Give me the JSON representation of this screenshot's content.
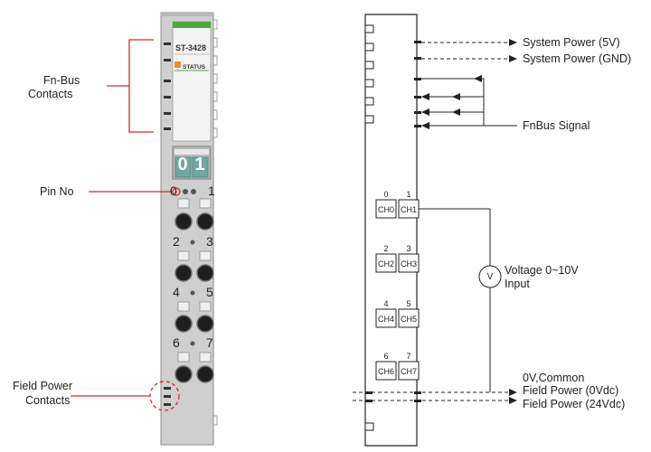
{
  "left_labels": {
    "fnbus_line1": "Fn-Bus",
    "fnbus_line2": "Contacts",
    "pin_no": "Pin No",
    "field_power_line1": "Field Power",
    "field_power_line2": "Contacts"
  },
  "module": {
    "model": "ST-3428",
    "status": "STATUS",
    "display_digits": [
      "0",
      "1"
    ],
    "pin_numbers": [
      "0",
      "1",
      "2",
      "3",
      "4",
      "5",
      "6",
      "7"
    ]
  },
  "schematic": {
    "channels": [
      {
        "num": "0",
        "label": "CH0"
      },
      {
        "num": "1",
        "label": "CH1"
      },
      {
        "num": "2",
        "label": "CH2"
      },
      {
        "num": "3",
        "label": "CH3"
      },
      {
        "num": "4",
        "label": "CH4"
      },
      {
        "num": "5",
        "label": "CH5"
      },
      {
        "num": "6",
        "label": "CH6"
      },
      {
        "num": "7",
        "label": "CH7"
      }
    ],
    "system_power_5v": "System Power (5V)",
    "system_power_gnd": "System Power (GND)",
    "fnbus_signal": "FnBus Signal",
    "voltage_symbol": "V",
    "voltage_line1": "Voltage 0~10V",
    "voltage_line2": "Input",
    "common": "0V,Common",
    "field_power_0v": "Field Power (0Vdc)",
    "field_power_24v": "Field Power (24Vdc)"
  },
  "colors": {
    "callout_red": "#d42a2a",
    "module_gray": "#c9c9c9",
    "label_green": "#4fa83d",
    "status_orange": "#f08a2a",
    "display_teal": "#6fa7a3"
  }
}
